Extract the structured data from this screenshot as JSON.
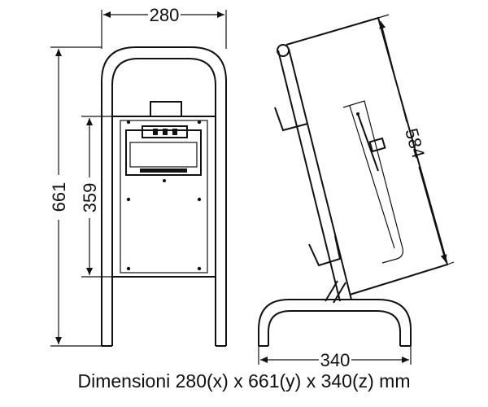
{
  "dimensions": {
    "front_width": "280",
    "front_height": "661",
    "panel_height": "359",
    "side_height": "584",
    "side_depth": "340"
  },
  "caption": "Dimensioni 280(x) x 661(y) x 340(z) mm",
  "colors": {
    "line": "#111111",
    "background": "#ffffff"
  }
}
